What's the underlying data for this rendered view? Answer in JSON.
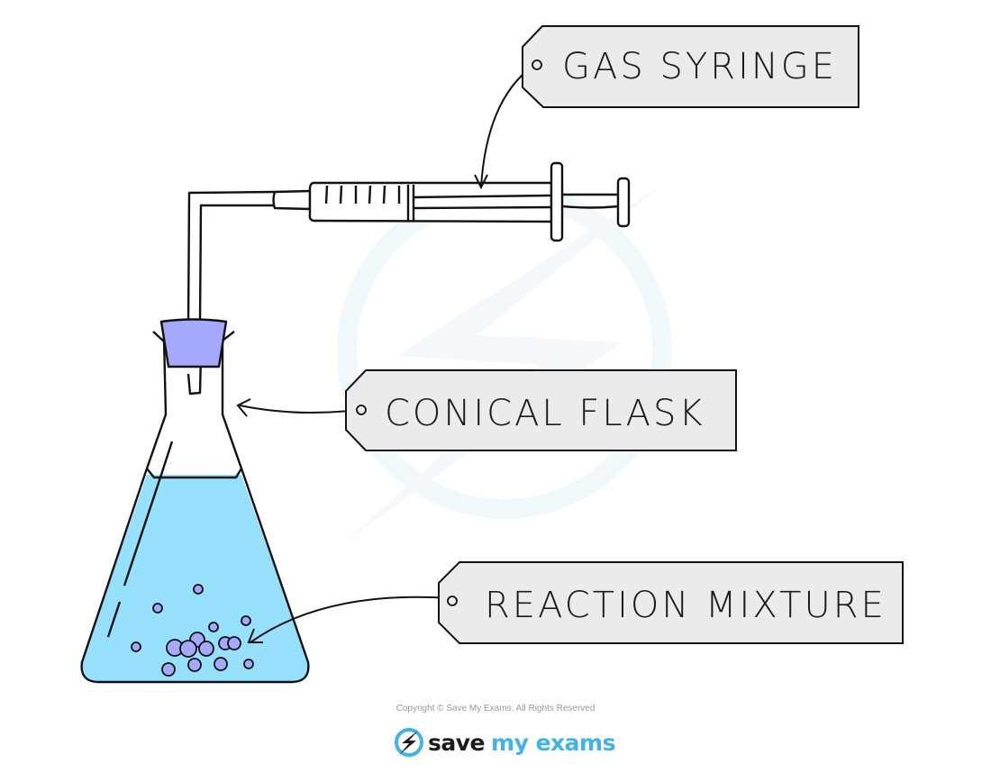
{
  "diagram": {
    "title": "Gas syringe apparatus for measuring rate of reaction",
    "labels": {
      "gas_syringe": "GAS SYRINGE",
      "conical_flask": "CONICAL FLASK",
      "reaction_mixture": "REACTION MIXTURE"
    },
    "colors": {
      "liquid": "#96e0fc",
      "bung": "#a6a8fc",
      "particles": "#a6a8fc",
      "tag_fill": "#ebebeb",
      "outline": "#111111",
      "watermark": "#e8f4fb",
      "brand_blue": "#3fb4e6"
    }
  },
  "footer": {
    "copyright": "Copyright © Save My Exams. All Rights Reserved",
    "brand_save": "save",
    "brand_rest": "my exams"
  }
}
